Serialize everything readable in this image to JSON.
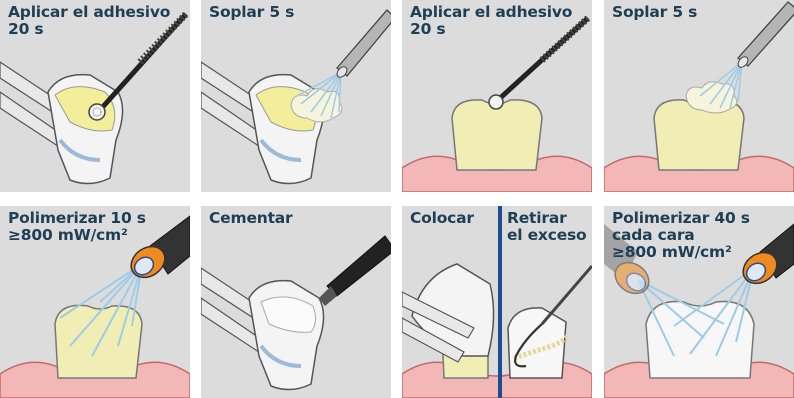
{
  "panels": [
    {
      "id": 1,
      "label": "Aplicar el adhesivo\n20 s"
    },
    {
      "id": 2,
      "label": "Soplar 5 s"
    },
    {
      "id": 3,
      "label": "Aplicar el adhesivo\n20 s"
    },
    {
      "id": 4,
      "label": "Soplar 5 s"
    },
    {
      "id": 5,
      "label": "Polimerizar 10 s\n≥800 mW/cm²"
    },
    {
      "id": 6,
      "label": "Cementar"
    },
    {
      "id": 7,
      "label": "Colocar",
      "label_right": "Retirar\nel exceso"
    },
    {
      "id": 8,
      "label": "Polimerizar 40 s\ncada cara\n≥800 mW/cm²"
    }
  ],
  "colors": {
    "panel_bg": "#dcdcdc",
    "label_text": "#1f3f57",
    "gum": "#f3b7b7",
    "tooth": "#f0eeb4",
    "divider": "#1c4d8c",
    "lamp_orange": "#ef8a1e"
  },
  "icons": [
    "brush-icon",
    "air-syringe-icon",
    "curing-lamp-icon",
    "tweezers-icon",
    "probe-icon"
  ]
}
